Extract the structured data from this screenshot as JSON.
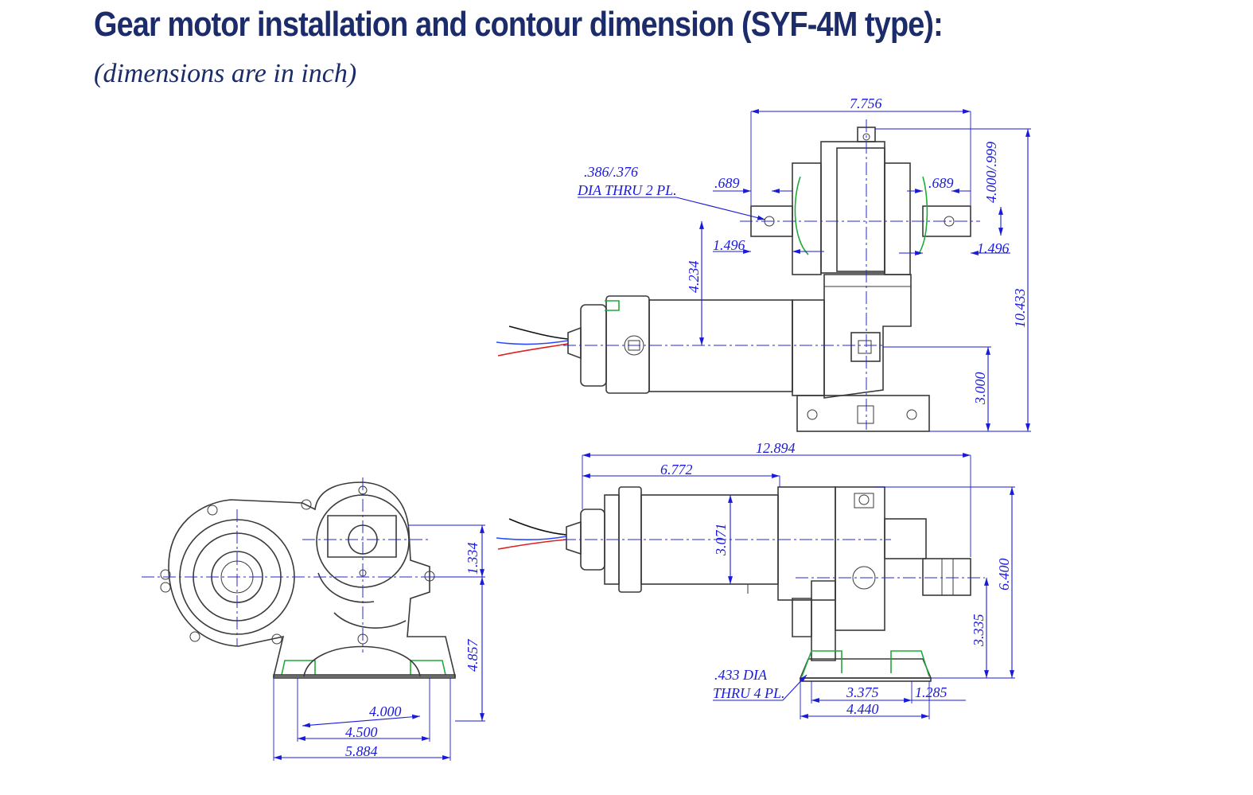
{
  "title": "Gear motor installation and contour dimension (SYF-4M type):",
  "subtitle": "(dimensions are in inch)",
  "colors": {
    "title": "#1c2c6b",
    "dimension": "#1a1adb",
    "outline": "#3a3a3a",
    "highlight": "#1faa3a",
    "wire_black": "#111111",
    "wire_red": "#e02020",
    "wire_blue": "#2a4aff"
  },
  "views": {
    "top": {
      "width_7756": "7.756",
      "shaft_689_left": ".689",
      "shaft_689_right": ".689",
      "hole_note_line1": ".386/.376",
      "hole_note_line2": "DIA THRU 2 PL.",
      "shaft_1496_left": "1.496",
      "shaft_1496_right": "1.496",
      "height_4234": "4.234",
      "shaft_dia": "4.000/.999",
      "overall_height": "10.433",
      "center_height": "3.000"
    },
    "side": {
      "overall_length": "12.894",
      "motor_length": "6.772",
      "motor_dia": "3.071",
      "overall_height": "6.400",
      "shaft_height": "3.335",
      "hole_note_line1": ".433 DIA",
      "hole_note_line2": "THRU 4 PL.",
      "base_3375": "3.375",
      "base_1285": "1.285",
      "base_4440": "4.440"
    },
    "end": {
      "offset_1334": "1.334",
      "height_4857": "4.857",
      "base_4000": "4.000",
      "base_4500": "4.500",
      "base_5884": "5.884"
    }
  }
}
